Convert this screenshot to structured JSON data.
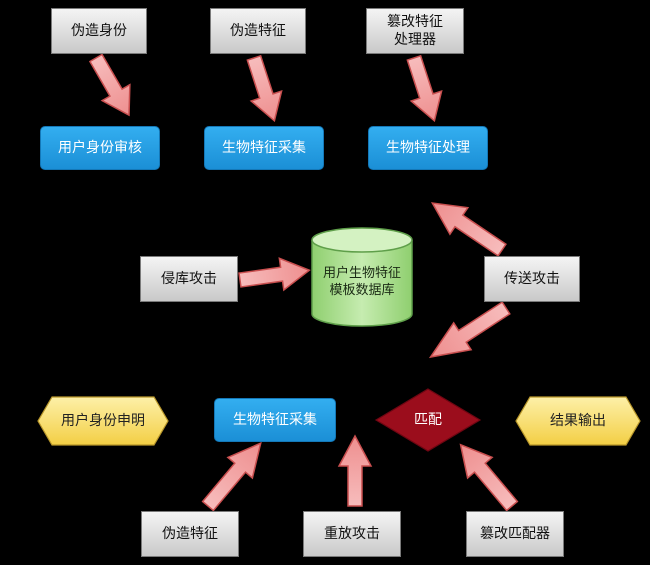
{
  "colors": {
    "background": "#000000",
    "attack_box": "#d8d8d8",
    "process_box": "#229be0",
    "database": "#a8dc8a",
    "match_diamond": "#9b0d1c",
    "hexagon": "#f9de6a",
    "arrow_fill": "#f4a7a7",
    "arrow_stroke": "#c94f4f"
  },
  "attacks": {
    "fake_identity": "伪造身份",
    "fake_feature_top": "伪造特征",
    "tamper_feature_processor": "篡改特征\n处理器",
    "database_intrusion": "侵库攻击",
    "transmission_attack": "传送攻击",
    "fake_feature_bottom": "伪造特征",
    "replay_attack": "重放攻击",
    "tamper_matcher": "篡改匹配器"
  },
  "processes": {
    "user_identity_review": "用户身份审核",
    "biometric_collection_top": "生物特征采集",
    "biometric_processing": "生物特征处理",
    "biometric_collection_bottom": "生物特征采集"
  },
  "database": {
    "label": "用户生物特征\n模板数据库"
  },
  "match": {
    "label": "匹配"
  },
  "terminals": {
    "identity_claim": "用户身份申明",
    "result_output": "结果输出"
  }
}
